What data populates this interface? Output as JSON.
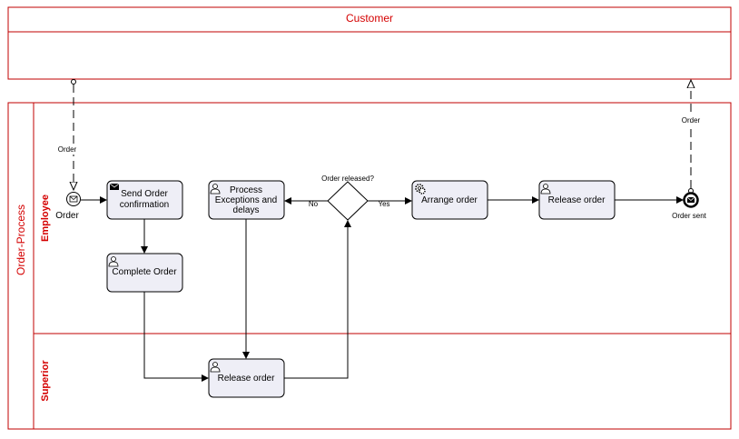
{
  "pools": {
    "customer": {
      "label": "Customer"
    },
    "order_process": {
      "label": "Order-Process"
    }
  },
  "lanes": {
    "employee": {
      "label": "Employee"
    },
    "superior": {
      "label": "Superior"
    }
  },
  "events": {
    "start": {
      "label": "Order"
    },
    "end": {
      "label": "Order sent"
    }
  },
  "tasks": {
    "send_confirmation": {
      "line1": "Send Order",
      "line2": "confirmation",
      "icon": "envelope-icon"
    },
    "complete_order": {
      "label": "Complete Order",
      "icon": "user-icon"
    },
    "process_exceptions": {
      "line1": "Process",
      "line2": "Exceptions and",
      "line3": "delays",
      "icon": "user-icon"
    },
    "arrange_order": {
      "label": "Arrange order",
      "icon": "gear-icon"
    },
    "release_order_employee": {
      "label": "Release order",
      "icon": "user-icon"
    },
    "release_order_superior": {
      "label": "Release order",
      "icon": "user-icon"
    }
  },
  "gateway": {
    "label": "Order released?",
    "no_label": "No",
    "yes_label": "Yes"
  },
  "message_flows": {
    "incoming": {
      "label": "Order"
    },
    "outgoing": {
      "label": "Order"
    }
  },
  "colors": {
    "pool_border": "#c00000",
    "pool_text": "#d40000",
    "task_fill": "#eeeef6"
  }
}
